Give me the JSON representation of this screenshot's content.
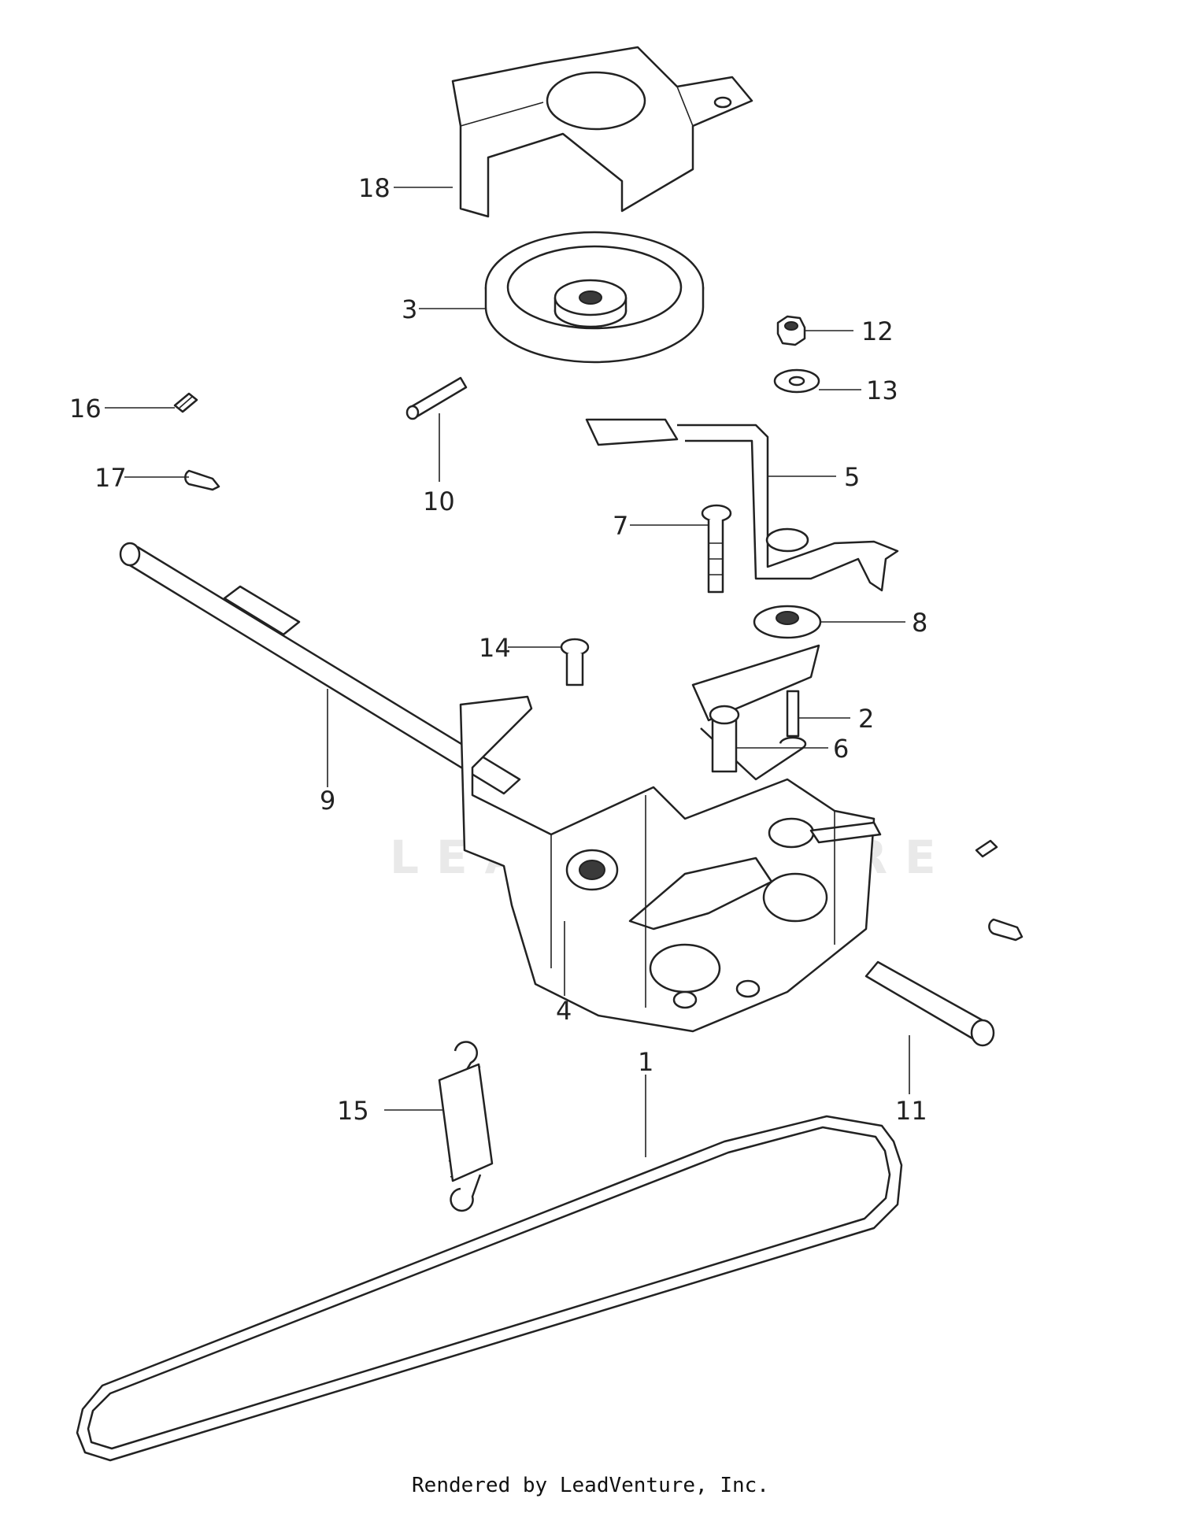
{
  "diagram": {
    "callouts": [
      {
        "id": "18",
        "label": "18"
      },
      {
        "id": "3",
        "label": "3"
      },
      {
        "id": "12",
        "label": "12"
      },
      {
        "id": "13",
        "label": "13"
      },
      {
        "id": "16",
        "label": "16"
      },
      {
        "id": "17",
        "label": "17"
      },
      {
        "id": "10",
        "label": "10"
      },
      {
        "id": "5",
        "label": "5"
      },
      {
        "id": "7",
        "label": "7"
      },
      {
        "id": "8",
        "label": "8"
      },
      {
        "id": "14",
        "label": "14"
      },
      {
        "id": "2",
        "label": "2"
      },
      {
        "id": "6",
        "label": "6"
      },
      {
        "id": "9",
        "label": "9"
      },
      {
        "id": "4",
        "label": "4"
      },
      {
        "id": "1",
        "label": "1"
      },
      {
        "id": "15",
        "label": "15"
      },
      {
        "id": "11",
        "label": "11"
      }
    ],
    "watermark": "LEADVENTURE",
    "credit": "Rendered by LeadVenture, Inc."
  }
}
